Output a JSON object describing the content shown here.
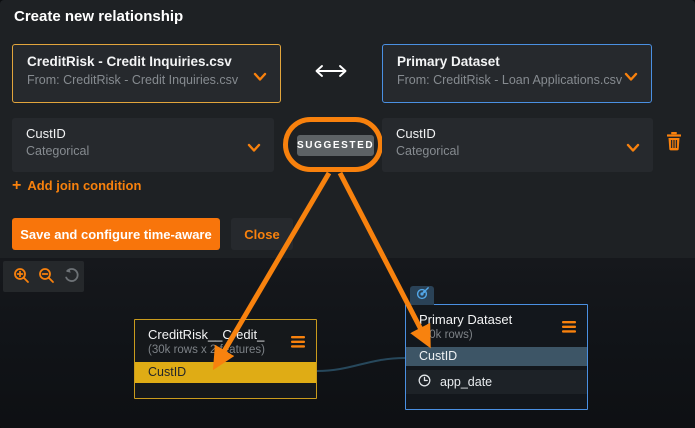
{
  "header": {
    "title": "Create new relationship"
  },
  "form": {
    "left_dataset": {
      "name": "CreditRisk - Credit Inquiries.csv",
      "source": "From: CreditRisk - Credit Inquiries.csv"
    },
    "right_dataset": {
      "name": "Primary Dataset",
      "source": "From: CreditRisk - Loan Applications.csv"
    },
    "left_field": {
      "name": "CustID",
      "type": "Categorical"
    },
    "badge": "SUGGESTED",
    "right_field": {
      "name": "CustID",
      "type": "Categorical"
    },
    "add_join": {
      "plus": "+",
      "label": "Add join condition"
    },
    "save_label": "Save and configure time-aware",
    "close_label": "Close"
  },
  "canvas": {
    "left_node": {
      "title": "CreditRisk__Credit_",
      "subtitle": "(30k rows x 2 features)",
      "fields": [
        "CustID"
      ]
    },
    "right_node": {
      "title": "Primary Dataset",
      "subtitle": "(10k rows)",
      "fields": [
        "CustID",
        "app_date"
      ]
    }
  },
  "colors": {
    "accent_orange": "#f8810d",
    "primary_blue_border": "#4a90e2",
    "secondary_gold_border": "#e2a53c",
    "joined_field_gold": "#dfac15",
    "joined_field_slate": "#3d5566",
    "badge_gray": "#5d6265",
    "panel_background": "#1e2124"
  }
}
